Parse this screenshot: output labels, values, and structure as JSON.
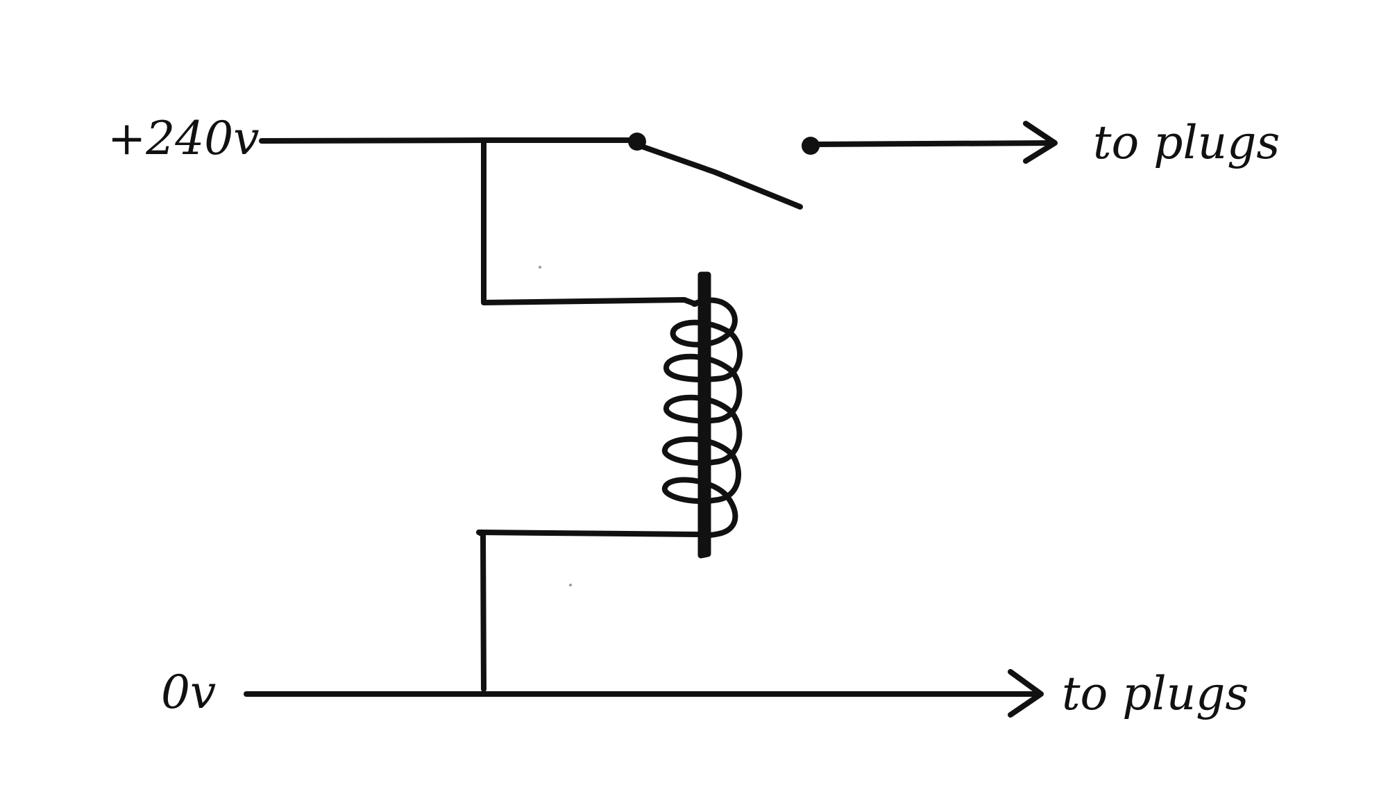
{
  "labels": {
    "supply": "+240v",
    "ground": "0v",
    "switched_output": "to plugs",
    "ground_output": "to plugs"
  },
  "colors": {
    "ink": "#111111",
    "paper": "#ffffff"
  }
}
